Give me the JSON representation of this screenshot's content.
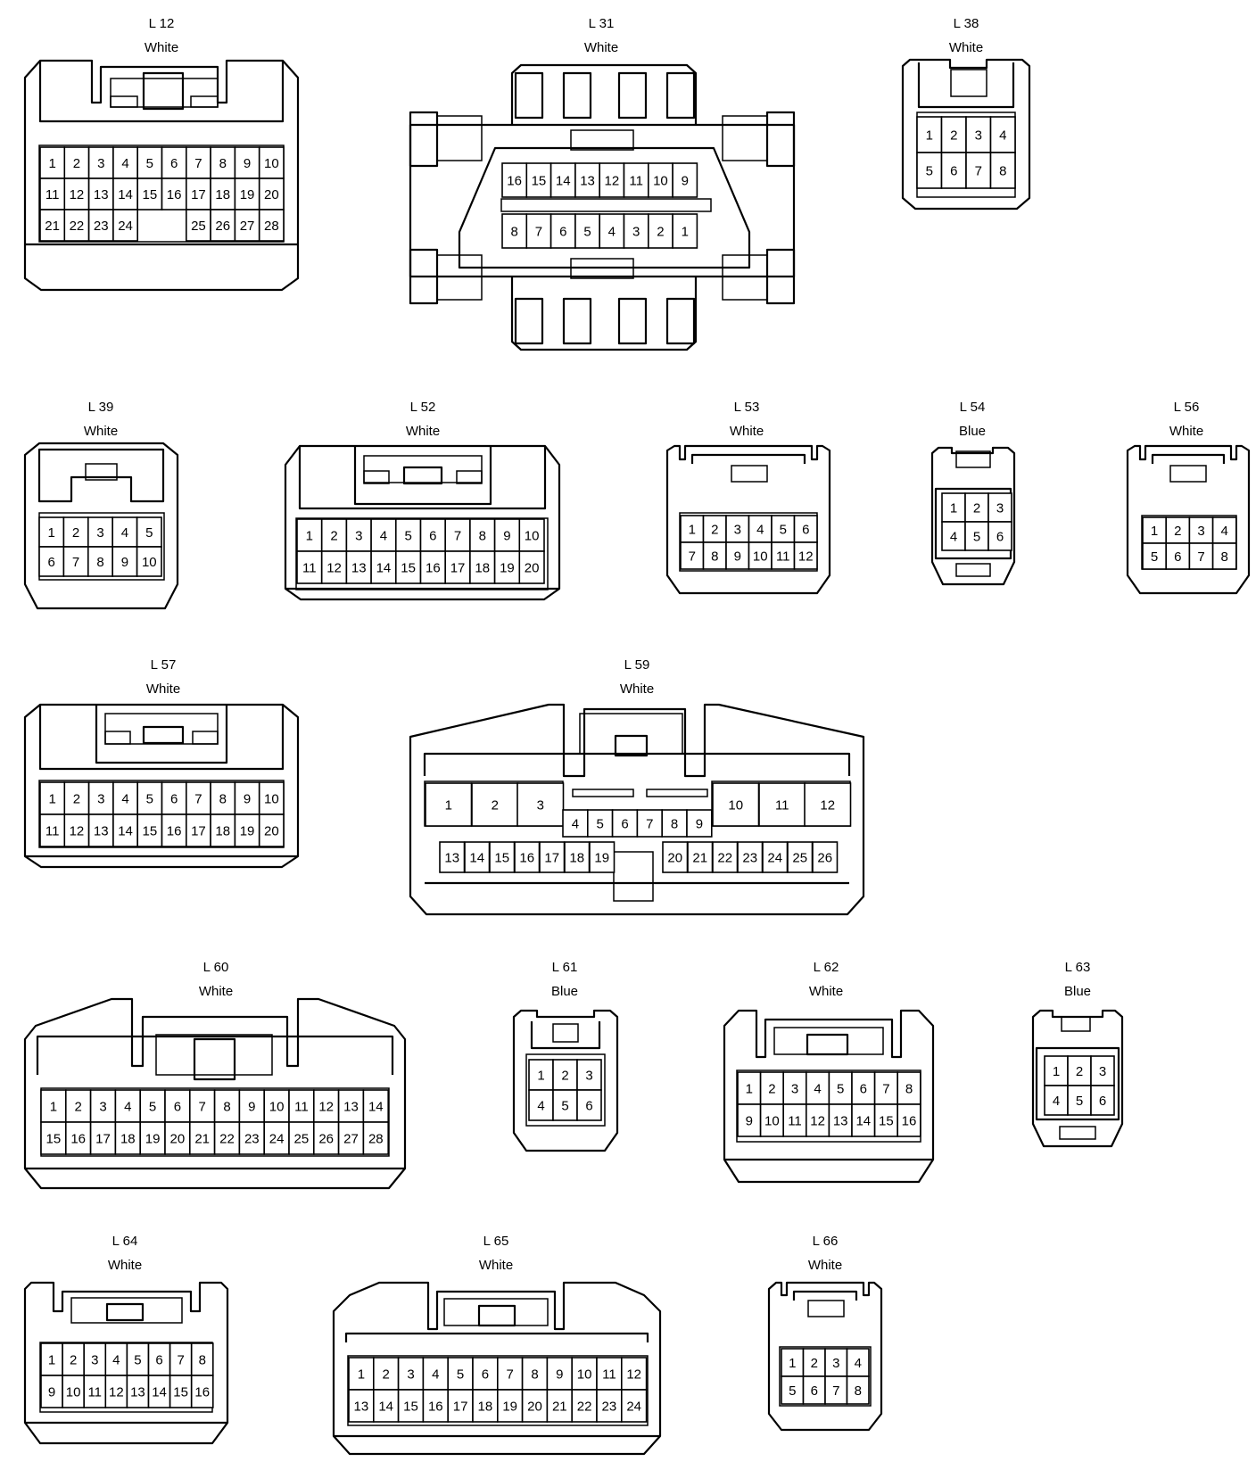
{
  "connectors": [
    {
      "id": "L 12",
      "color": "White",
      "rows": [
        [
          "1",
          "2",
          "3",
          "4",
          "5",
          "6",
          "7",
          "8",
          "9",
          "10"
        ],
        [
          "11",
          "12",
          "13",
          "14",
          "15",
          "16",
          "17",
          "18",
          "19",
          "20"
        ],
        [
          "21",
          "22",
          "23",
          "24",
          "",
          "",
          "25",
          "26",
          "27",
          "28"
        ]
      ]
    },
    {
      "id": "L 31",
      "color": "White",
      "rows": [
        [
          "16",
          "15",
          "14",
          "13",
          "12",
          "11",
          "10",
          "9"
        ],
        [
          "8",
          "7",
          "6",
          "5",
          "4",
          "3",
          "2",
          "1"
        ]
      ]
    },
    {
      "id": "L 38",
      "color": "White",
      "rows": [
        [
          "1",
          "2",
          "3",
          "4"
        ],
        [
          "5",
          "6",
          "7",
          "8"
        ]
      ]
    },
    {
      "id": "L 39",
      "color": "White",
      "rows": [
        [
          "1",
          "2",
          "3",
          "4",
          "5"
        ],
        [
          "6",
          "7",
          "8",
          "9",
          "10"
        ]
      ]
    },
    {
      "id": "L 52",
      "color": "White",
      "rows": [
        [
          "1",
          "2",
          "3",
          "4",
          "5",
          "6",
          "7",
          "8",
          "9",
          "10"
        ],
        [
          "11",
          "12",
          "13",
          "14",
          "15",
          "16",
          "17",
          "18",
          "19",
          "20"
        ]
      ]
    },
    {
      "id": "L 53",
      "color": "White",
      "rows": [
        [
          "1",
          "2",
          "3",
          "4",
          "5",
          "6"
        ],
        [
          "7",
          "8",
          "9",
          "10",
          "11",
          "12"
        ]
      ]
    },
    {
      "id": "L 54",
      "color": "Blue",
      "rows": [
        [
          "1",
          "2",
          "3"
        ],
        [
          "4",
          "5",
          "6"
        ]
      ]
    },
    {
      "id": "L 56",
      "color": "White",
      "rows": [
        [
          "1",
          "2",
          "3",
          "4"
        ],
        [
          "5",
          "6",
          "7",
          "8"
        ]
      ]
    },
    {
      "id": "L 57",
      "color": "White",
      "rows": [
        [
          "1",
          "2",
          "3",
          "4",
          "5",
          "6",
          "7",
          "8",
          "9",
          "10"
        ],
        [
          "11",
          "12",
          "13",
          "14",
          "15",
          "16",
          "17",
          "18",
          "19",
          "20"
        ]
      ]
    },
    {
      "id": "L 59",
      "color": "White",
      "rows": [
        [
          "1",
          "2",
          "3",
          "10",
          "11",
          "12"
        ],
        [
          "4",
          "5",
          "6",
          "7",
          "8",
          "9"
        ],
        [
          "13",
          "14",
          "15",
          "16",
          "17",
          "18",
          "19",
          "20",
          "21",
          "22",
          "23",
          "24",
          "25",
          "26"
        ]
      ]
    },
    {
      "id": "L 60",
      "color": "White",
      "rows": [
        [
          "1",
          "2",
          "3",
          "4",
          "5",
          "6",
          "7",
          "8",
          "9",
          "10",
          "11",
          "12",
          "13",
          "14"
        ],
        [
          "15",
          "16",
          "17",
          "18",
          "19",
          "20",
          "21",
          "22",
          "23",
          "24",
          "25",
          "26",
          "27",
          "28"
        ]
      ]
    },
    {
      "id": "L 61",
      "color": "Blue",
      "rows": [
        [
          "1",
          "2",
          "3"
        ],
        [
          "4",
          "5",
          "6"
        ]
      ]
    },
    {
      "id": "L 62",
      "color": "White",
      "rows": [
        [
          "1",
          "2",
          "3",
          "4",
          "5",
          "6",
          "7",
          "8"
        ],
        [
          "9",
          "10",
          "11",
          "12",
          "13",
          "14",
          "15",
          "16"
        ]
      ]
    },
    {
      "id": "L 63",
      "color": "Blue",
      "rows": [
        [
          "1",
          "2",
          "3"
        ],
        [
          "4",
          "5",
          "6"
        ]
      ]
    },
    {
      "id": "L 64",
      "color": "White",
      "rows": [
        [
          "1",
          "2",
          "3",
          "4",
          "5",
          "6",
          "7",
          "8"
        ],
        [
          "9",
          "10",
          "11",
          "12",
          "13",
          "14",
          "15",
          "16"
        ]
      ]
    },
    {
      "id": "L 65",
      "color": "White",
      "rows": [
        [
          "1",
          "2",
          "3",
          "4",
          "5",
          "6",
          "7",
          "8",
          "9",
          "10",
          "11",
          "12"
        ],
        [
          "13",
          "14",
          "15",
          "16",
          "17",
          "18",
          "19",
          "20",
          "21",
          "22",
          "23",
          "24"
        ]
      ]
    },
    {
      "id": "L 66",
      "color": "White",
      "rows": [
        [
          "1",
          "2",
          "3",
          "4"
        ],
        [
          "5",
          "6",
          "7",
          "8"
        ]
      ]
    }
  ]
}
